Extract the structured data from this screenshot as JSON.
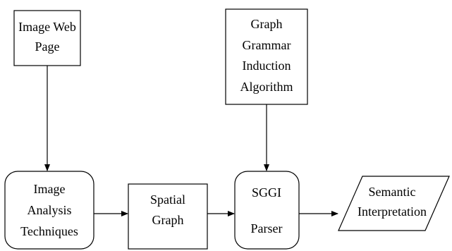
{
  "nodes": {
    "image_web_page": {
      "lines": [
        "Image Web",
        "Page"
      ]
    },
    "grammar_induction": {
      "lines": [
        "Graph",
        "Grammar",
        "Induction",
        "Algorithm"
      ]
    },
    "image_analysis": {
      "lines": [
        "Image",
        "Analysis",
        "Techniques"
      ]
    },
    "spatial_graph": {
      "lines": [
        "Spatial",
        "Graph"
      ]
    },
    "sggi_parser": {
      "lines": [
        "SGGI",
        "Parser"
      ]
    },
    "semantic_interpretation": {
      "lines": [
        "Semantic",
        "Interpretation"
      ]
    }
  },
  "edges": [
    {
      "from": "image_web_page",
      "to": "image_analysis"
    },
    {
      "from": "grammar_induction",
      "to": "sggi_parser"
    },
    {
      "from": "image_analysis",
      "to": "spatial_graph"
    },
    {
      "from": "spatial_graph",
      "to": "sggi_parser"
    },
    {
      "from": "sggi_parser",
      "to": "semantic_interpretation"
    }
  ],
  "colors": {
    "stroke": "#000000",
    "fill": "#ffffff",
    "text": "#000000"
  }
}
